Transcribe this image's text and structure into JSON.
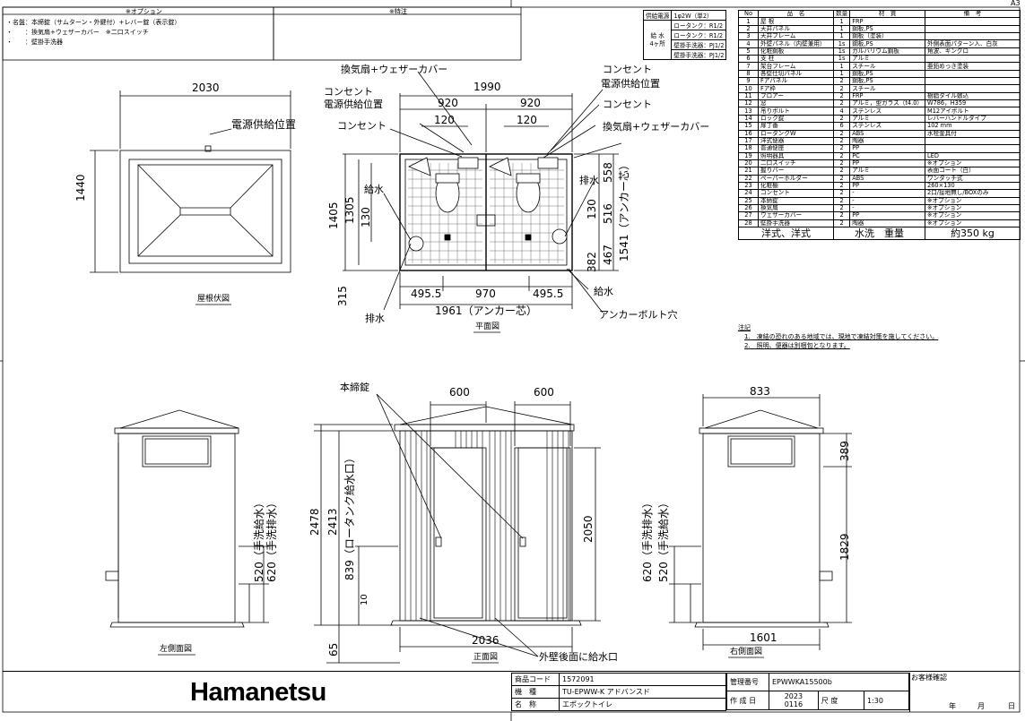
{
  "sheet_size": "A3",
  "options_box": {
    "header": "※オプション",
    "lines": [
      "・名盤：本締錠（サムターン・外鍵付）+レバー錠（表示錠）",
      "・　　：換気扇+ウェザーカバー　※二口スイッチ",
      "・　　：壁掛手洗器"
    ]
  },
  "notes_box_header": "※特注",
  "supply_table": {
    "col1": "供給電源",
    "col2": "1φ2W（単2）",
    "water_label": "給 水",
    "water_count": "4ヶ所",
    "rows": [
      "ロータンク：R1/2",
      "ロータンク：R1/2",
      "壁掛手洗器：PJ1/2",
      "壁掛手洗器：PJ1/2"
    ]
  },
  "parts_table": {
    "headers": [
      "No",
      "品　名",
      "数量",
      "材　質",
      "備　考"
    ],
    "rows": [
      [
        "1",
        "屋 根",
        "1",
        "FRP",
        ""
      ],
      [
        "2",
        "天井パネル",
        "1",
        "鋼板,PS",
        ""
      ],
      [
        "3",
        "天井フレーム",
        "1",
        "鋼板（塗装）",
        ""
      ],
      [
        "4",
        "外壁パネル（内壁兼用）",
        "1s",
        "鋼板,PS",
        "外側表面パターン入、白灰"
      ],
      [
        "5",
        "化粧鋼板",
        "1s",
        "ガルバリウム鋼板",
        "角波、ギングロ"
      ],
      [
        "6",
        "支 柱",
        "1s",
        "アルミ",
        ""
      ],
      [
        "7",
        "架台フレーム",
        "1",
        "スチール",
        "亜鉛めっき塗装"
      ],
      [
        "8",
        "各壁仕切パネル",
        "1",
        "鋼板,PS",
        ""
      ],
      [
        "9",
        "Fアパネル",
        "2",
        "鋼板,PS",
        ""
      ],
      [
        "10",
        "Fア枠",
        "2",
        "スチール",
        ""
      ],
      [
        "11",
        "フロアー",
        "2",
        "FRP",
        "樹脂タイル敷込"
      ],
      [
        "12",
        "窓",
        "2",
        "アルミ，型ガラス（t4.0）",
        "W786，H359"
      ],
      [
        "13",
        "吊りボルト",
        "4",
        "ステンレス",
        "M12アイボルト"
      ],
      [
        "14",
        "ロック錠",
        "2",
        "アルミ",
        "レバーハンドルタイプ"
      ],
      [
        "15",
        "扉丁番",
        "6",
        "ステンレス",
        "102 mm"
      ],
      [
        "16",
        "ロータンクW",
        "2",
        "ABS",
        "水栓金具付"
      ],
      [
        "17",
        "洋式便器",
        "2",
        "陶器",
        ""
      ],
      [
        "18",
        "普通便座",
        "2",
        "PP",
        ""
      ],
      [
        "19",
        "照明器具",
        "2",
        "PC",
        "LED"
      ],
      [
        "20",
        "二口スイッチ",
        "2",
        "PP",
        "※オプション"
      ],
      [
        "21",
        "握りバー",
        "2",
        "アルミ",
        "表面コート（白）"
      ],
      [
        "22",
        "ペーパーホルダー",
        "2",
        "ABS",
        "ワンタッチ式"
      ],
      [
        "23",
        "化粧棚",
        "2",
        "PP",
        "260×130"
      ],
      [
        "24",
        "コンセント",
        "2",
        "-",
        "2口/接地無し/BOXのみ"
      ],
      [
        "25",
        "本締錠",
        "2",
        "-",
        "※オプション"
      ],
      [
        "26",
        "換気扇",
        "2",
        "-",
        "※オプション"
      ],
      [
        "27",
        "ウェザーカバー",
        "2",
        "PP",
        "※オプション"
      ],
      [
        "28",
        "壁掛手洗器",
        "2",
        "陶器",
        "※オプション"
      ]
    ],
    "footer": {
      "type": "洋式、洋式",
      "flush": "水洗",
      "weight_label": "重量",
      "weight": "約350 kg"
    }
  },
  "notes": {
    "title": "注記",
    "lines": [
      "1.　凍結の恐れのある地域では、現地で凍結対策を施してください。",
      "2.　照明、便器は別梱包となります。"
    ]
  },
  "roof_view": {
    "title": "屋根伏図",
    "width": "2030",
    "height": "1440"
  },
  "plan_view": {
    "title": "平面図",
    "dims": {
      "overall": "1990",
      "left_920": "920",
      "right_920": "920",
      "left_120": "120",
      "right_120": "120",
      "h1405": "1405",
      "h1305": "1305",
      "h130": "130",
      "h315": "315",
      "b495a": "495.5",
      "b970": "970",
      "b495b": "495.5",
      "anchor_w": "1961（アンカー芯）",
      "r558": "558",
      "r130": "130",
      "r516": "516",
      "r467": "467",
      "r382": "382",
      "anchor_h": "1541（アンカー芯）"
    },
    "labels": {
      "vent_top": "換気扇+ウェザーカバー",
      "outlet_l1": "コンセント",
      "power_l": "電源供給位置",
      "outlet_l2": "コンセント",
      "outlet_r1": "コンセント",
      "power_r": "電源供給位置",
      "outlet_r2": "コンセント",
      "vent_right": "換気扇+ウェザーカバー",
      "water_in_l": "給水",
      "drain_l": "排水",
      "drain_r": "排水",
      "water_in_r": "給水",
      "anchor_bolt": "アンカーボルト穴",
      "power_roof": "電源供給位置"
    }
  },
  "left_view": {
    "title": "左側面図",
    "d1": "520（手洗給水）",
    "d2": "620（手洗排水）"
  },
  "front_view": {
    "title": "正面図",
    "lock": "本締錠",
    "w1": "600",
    "w2": "600",
    "h2478": "2478",
    "h2413": "2413",
    "h839": "839（ロータンク給水口）",
    "h10": "10",
    "h65": "65",
    "h2050": "2050",
    "width": "2036",
    "rear_water": "外壁後面に給水口"
  },
  "right_view": {
    "title": "右側面図",
    "w": "833",
    "h389": "389",
    "h1829": "1829",
    "width": "1601",
    "d1": "620（手洗排水）",
    "d2": "520（手洗給水）"
  },
  "title_block": {
    "logo": "Hamanetsu",
    "code_label": "商品コード",
    "code": "1572091",
    "model_label": "機　種",
    "model": "TU-EPWW-K アドバンスド",
    "name_label": "名　称",
    "name": "エポックトイレ",
    "mgmt_label": "管理番号",
    "mgmt": "EPWWKA15500b",
    "date_label": "作 成 日",
    "date_year": "2023",
    "date_md": "0116",
    "scale_label": "尺 度",
    "scale": "1:30",
    "confirm": "お客様確認",
    "ymd_y": "年",
    "ymd_m": "月",
    "ymd_d": "日"
  }
}
